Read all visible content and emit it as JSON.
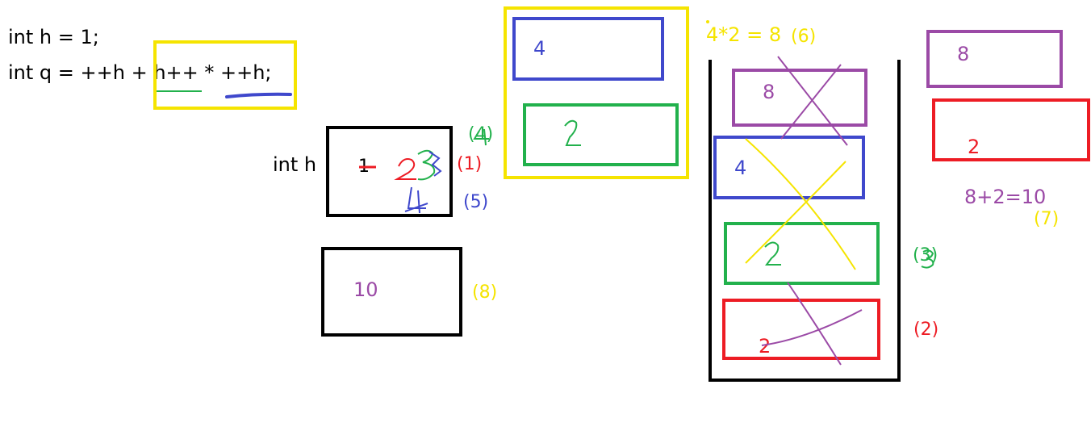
{
  "code": {
    "line1": "int h = 1;",
    "line2": "int q = ++h + h++ * ++h;"
  },
  "var_label": "int h",
  "var_box": {
    "old_value": "1",
    "step_label": "(1)",
    "step5_label": "(5)",
    "step4_label": "(4)"
  },
  "result_box": {
    "value": "10",
    "step_label": "(8)"
  },
  "operands_group": {
    "top_value": "4",
    "bottom_value": "2"
  },
  "multiply": {
    "text": "4*2 = 8",
    "step_label": "(6)"
  },
  "stack": {
    "items": [
      {
        "value": "8",
        "color": "#9b4aa6"
      },
      {
        "value": "4",
        "color": "#3f48cc"
      },
      {
        "value": "2",
        "color": "#22b14c"
      },
      {
        "value": "2",
        "color": "#ed1c24"
      }
    ],
    "step3_label": "(3)",
    "step2_label": "(2)"
  },
  "right": {
    "purple_value": "8",
    "red_value": "2",
    "sum_text": "8+2=10",
    "step7_label": "(7)"
  },
  "colors": {
    "yellow": "#f5e400",
    "blue": "#3f48cc",
    "green": "#22b14c",
    "red": "#ed1c24",
    "purple": "#9b4aa6",
    "black": "#000000"
  }
}
